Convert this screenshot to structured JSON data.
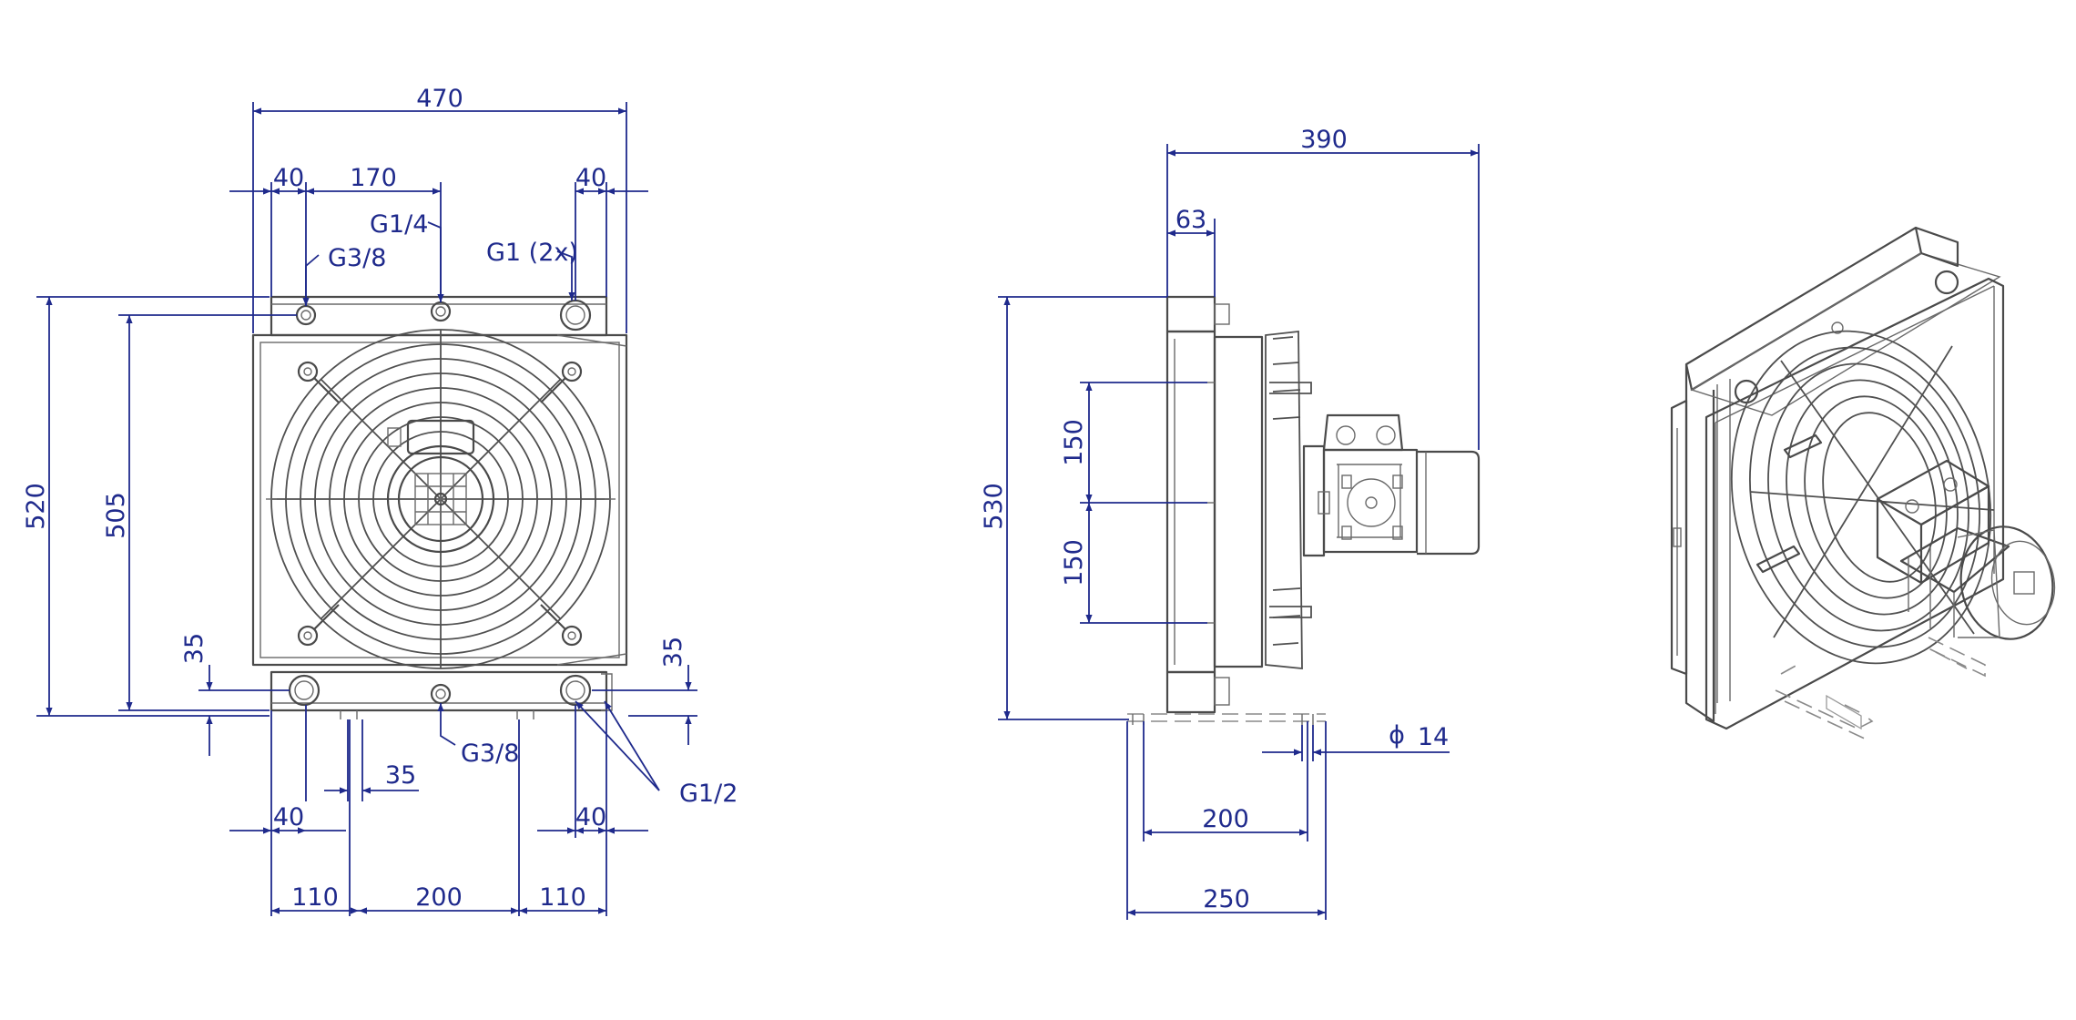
{
  "front_view": {
    "width_total": "470",
    "margin_left": "40",
    "port_spacing": "170",
    "margin_right": "40",
    "height_total": "520",
    "height_inner": "505",
    "port_top_small": "G3/8",
    "port_top_mid": "G1/4",
    "port_top_large": "G1 (2x)",
    "port_bottom_mid": "G3/8",
    "port_bottom_pair": "G1/2",
    "offset_top_bottom_left": "35",
    "offset_bottom_right": "35",
    "foot_offset": "35",
    "bottom_margin_left": "40",
    "bottom_margin_right": "40",
    "mount_left": "110",
    "mount_center": "200",
    "mount_right": "110"
  },
  "side_view": {
    "depth_total": "390",
    "depth_core": "63",
    "height_total": "530",
    "spacing_upper": "150",
    "spacing_lower": "150",
    "hole_symbol": "ϕ",
    "hole_diameter": "14",
    "foot_inner": "200",
    "foot_outer": "250"
  },
  "colors": {
    "dimension": "#1f2a8c",
    "part": "#4a4a4a"
  }
}
